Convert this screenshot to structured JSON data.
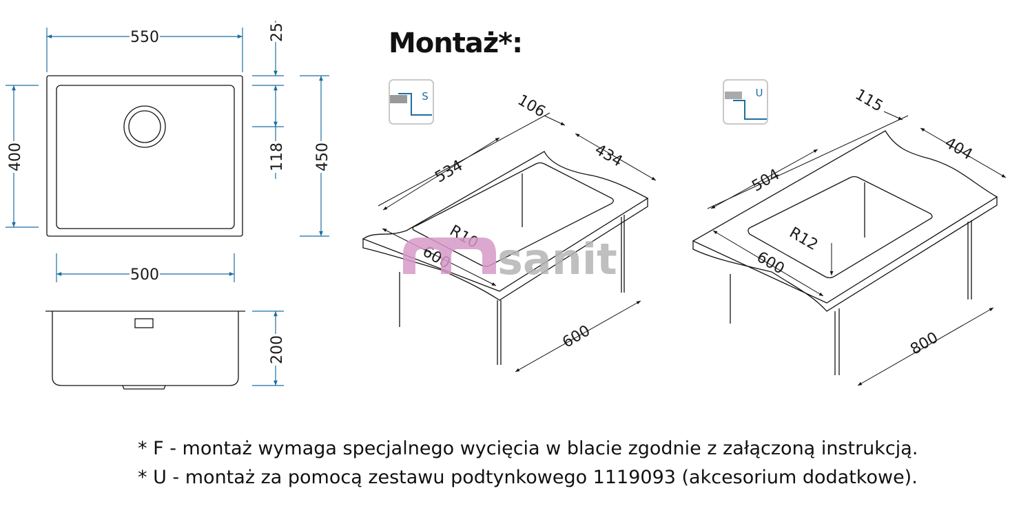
{
  "title": "Montaż*:",
  "top_view": {
    "width_outer": "550",
    "width_inner": "500",
    "depth_inner": "400",
    "depth_outer": "450",
    "edge": "25",
    "drain_offset": "118"
  },
  "side_view": {
    "height": "200"
  },
  "mount_s": {
    "icon_label": "S",
    "d1": "106",
    "d2": "434",
    "d3": "534",
    "radius": "R10",
    "depth": "600",
    "cabinet": "600"
  },
  "mount_u": {
    "icon_label": "U",
    "d1": "115",
    "d2": "404",
    "d3": "504",
    "radius": "R12",
    "depth": "600",
    "cabinet": "800"
  },
  "watermark": "msanit",
  "notes": [
    "* F - montaż wymaga specjalnego wycięcia w blacie zgodnie z załączoną instrukcją.",
    "* U - montaż za pomocą zestawu podtynkowego 1119093 (akcesorium dodatkowe)."
  ],
  "colors": {
    "dimension": "#1b6ea0",
    "watermark_pink": "#d79ac8",
    "watermark_grey": "#b5b5b5"
  }
}
